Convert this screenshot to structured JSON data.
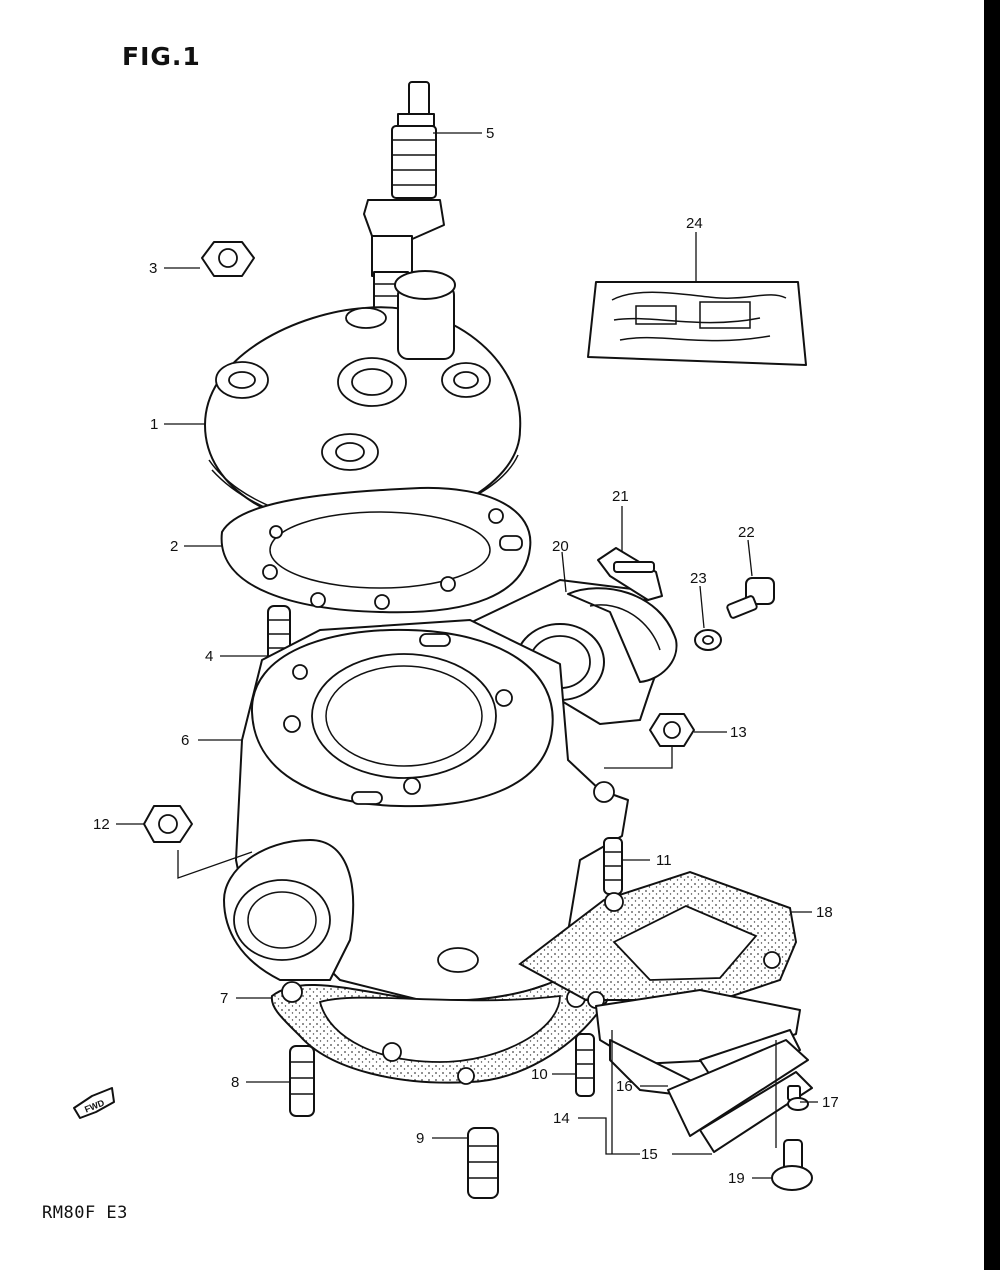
{
  "figure": {
    "title": "FIG.1",
    "footer_code": "RM80F E3",
    "fwd_mark": "FWD"
  },
  "callouts": [
    "1",
    "2",
    "3",
    "4",
    "5",
    "6",
    "7",
    "8",
    "9",
    "10",
    "11",
    "12",
    "13",
    "14",
    "15",
    "16",
    "17",
    "18",
    "19",
    "20",
    "21",
    "22",
    "23",
    "24"
  ]
}
